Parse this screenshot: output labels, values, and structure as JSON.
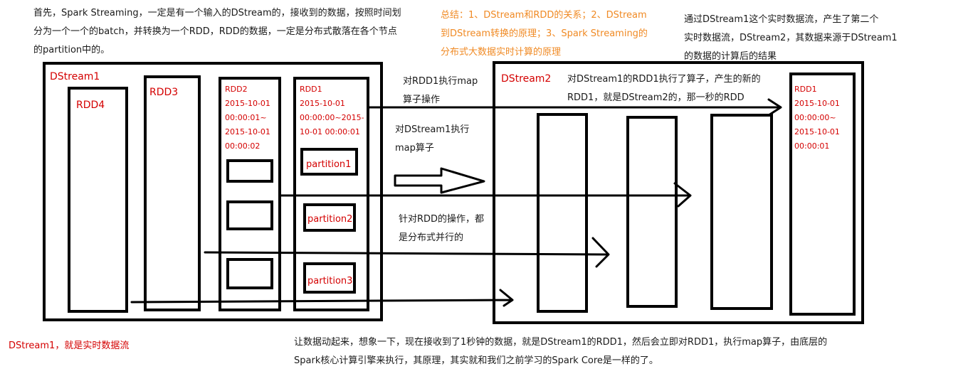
{
  "notes": {
    "top_left": [
      "首先，Spark Streaming，一定是有一个输入的DStream的，接收到的数据，按照时间划",
      "分为一个一个的batch，并转换为一个RDD，RDD的数据，一定是分布式散落在各个节点",
      "的partition中的。"
    ],
    "summary": [
      "总结：1、DStream和RDD的关系；2、DStream",
      "到DStream转换的原理；3、Spark Streaming的",
      "分布式大数据实时计算的原理"
    ],
    "top_right": [
      "通过DStream1这个实时数据流，产生了第二个",
      "实时数据流，DStream2，其数据来源于DStream1",
      "的数据的计算后的结果"
    ],
    "bottom_left": "DStream1，就是实时数据流",
    "bottom": [
      "让数据动起来，想象一下，现在接收到了1秒钟的数据，就是DStream1的RDD1，然后会立即对RDD1，执行map算子，由底层的",
      "Spark核心计算引擎来执行，其原理，其实就和我们之前学习的Spark Core是一样的了。"
    ]
  },
  "dstream1": {
    "title": "DStream1",
    "rdd4": "RDD4",
    "rdd3": "RDD3",
    "rdd2": [
      "RDD2",
      "2015-10-01",
      "00:00:01~",
      "2015-10-01",
      "00:00:02"
    ],
    "rdd1": [
      "RDD1",
      "2015-10-01",
      "00:00:00~2015-",
      "10-01 00:00:01"
    ],
    "partitions": [
      "partition1",
      "partition2",
      "partition3"
    ]
  },
  "dstream2": {
    "title": "DStream2",
    "rdd1": [
      "RDD1",
      "2015-10-01",
      "00:00:00~",
      "2015-10-01",
      "00:00:01"
    ],
    "note": [
      "对DStream1的RDD1执行了算子，产生的新的",
      "RDD1，就是DStream2的，那一秒的RDD"
    ]
  },
  "arrow_labels": {
    "map_rdd1": [
      "对RDD1执行map",
      "算子操作"
    ],
    "map_dstream": [
      "对DStream1执行",
      "map算子"
    ],
    "distributed": [
      "针对RDD的操作，都",
      "是分布式并行的"
    ]
  }
}
